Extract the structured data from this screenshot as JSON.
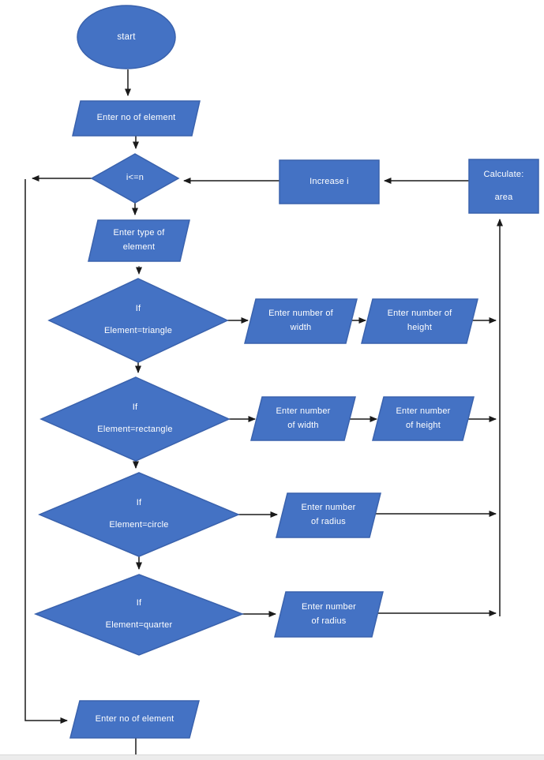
{
  "title": "Area calculation flowchart",
  "colors": {
    "shape_fill": "#4472c4",
    "shape_border": "#3a62ad",
    "label_text": "#ffffff",
    "connector": "#1a1a1a",
    "page_edge": "#ececec"
  },
  "nodes": {
    "start": {
      "label": "start"
    },
    "enter_count": {
      "label": "Enter no of element"
    },
    "loop_condition": {
      "label": "i<=n"
    },
    "increase_i": {
      "label": "Increase i"
    },
    "calculate_area": {
      "lines": [
        "Calculate:",
        "area"
      ]
    },
    "enter_type": {
      "lines": [
        "Enter type of",
        "element"
      ]
    },
    "if_triangle": {
      "lines": [
        "If",
        "Element=triangle"
      ]
    },
    "triangle_width": {
      "lines": [
        "Enter number of",
        "width"
      ]
    },
    "triangle_height": {
      "lines": [
        "Enter number of",
        "height"
      ]
    },
    "if_rectangle": {
      "lines": [
        "If",
        "Element=rectangle"
      ]
    },
    "rectangle_width": {
      "lines": [
        "Enter number",
        "of width"
      ]
    },
    "rectangle_height": {
      "lines": [
        "Enter number",
        "of height"
      ]
    },
    "if_circle": {
      "lines": [
        "If",
        "Element=circle"
      ]
    },
    "circle_radius": {
      "lines": [
        "Enter number",
        "of radius"
      ]
    },
    "if_quarter": {
      "lines": [
        "If",
        "Element=quarter"
      ]
    },
    "quarter_radius": {
      "lines": [
        "Enter number",
        "of radius"
      ]
    },
    "enter_count_bottom": {
      "label": "Enter no of element"
    }
  }
}
